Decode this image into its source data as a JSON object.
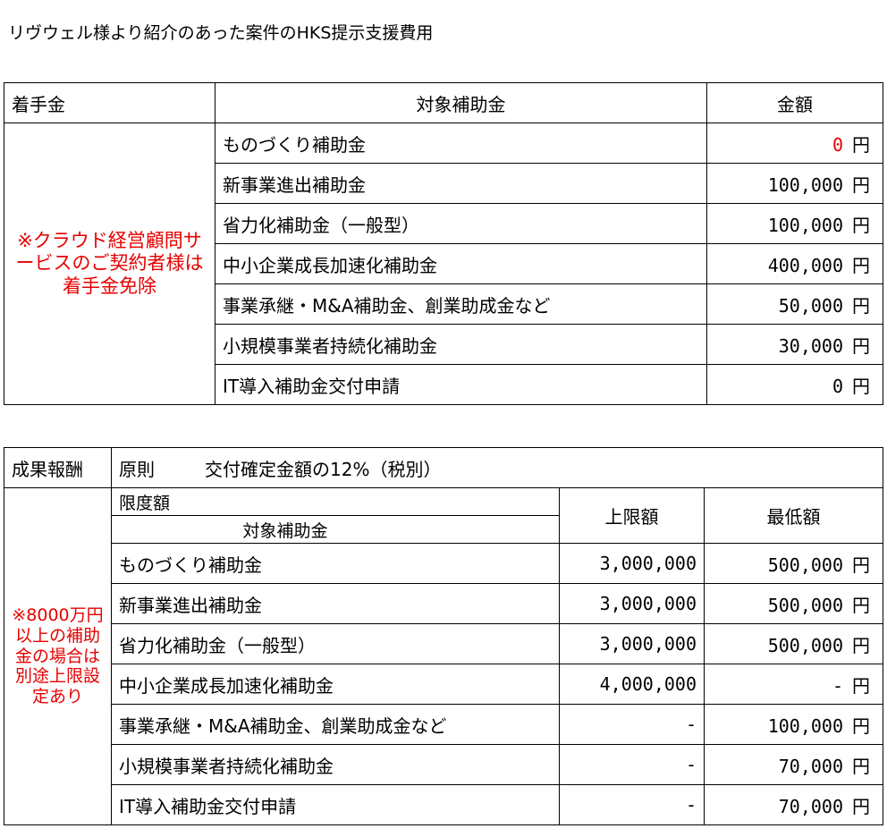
{
  "title": "リヴウェル様より紹介のあった案件のHKS提示支援費用",
  "fee_table": {
    "header_label": "着手金",
    "header_subsidy": "対象補助金",
    "header_amount": "金額",
    "note": "※クラウド経営顧問サービスのご契約者様は着手金免除",
    "yen": "円",
    "rows": [
      {
        "name": "ものづくり補助金",
        "amount": "0"
      },
      {
        "name": "新事業進出補助金",
        "amount": "100,000"
      },
      {
        "name": "省力化補助金（一般型）",
        "amount": "100,000"
      },
      {
        "name": "中小企業成長加速化補助金",
        "amount": "400,000"
      },
      {
        "name": "事業承継・M&A補助金、創業助成金など",
        "amount": "50,000"
      },
      {
        "name": "小規模事業者持続化補助金",
        "amount": "30,000"
      },
      {
        "name": "IT導入補助金交付申請",
        "amount": "0"
      }
    ]
  },
  "reward_table": {
    "header_label": "成果報酬",
    "principle_label": "原則",
    "principle_text": "交付確定金額の12%（税別）",
    "limit_label": "限度額",
    "subsidy_label": "対象補助金",
    "upper_label": "上限額",
    "lower_label": "最低額",
    "note": "※8000万円以上の補助金の場合は別途上限設定あり",
    "yen": "円",
    "rows": [
      {
        "name": "ものづくり補助金",
        "upper": "3,000,000",
        "lower": "500,000"
      },
      {
        "name": "新事業進出補助金",
        "upper": "3,000,000",
        "lower": "500,000"
      },
      {
        "name": "省力化補助金（一般型）",
        "upper": "3,000,000",
        "lower": "500,000"
      },
      {
        "name": "中小企業成長加速化補助金",
        "upper": "4,000,000",
        "lower": "-"
      },
      {
        "name": "事業承継・M&A補助金、創業助成金など",
        "upper": "-",
        "lower": "100,000"
      },
      {
        "name": "小規模事業者持続化補助金",
        "upper": "-",
        "lower": "70,000"
      },
      {
        "name": "IT導入補助金交付申請",
        "upper": "-",
        "lower": "70,000"
      }
    ]
  }
}
